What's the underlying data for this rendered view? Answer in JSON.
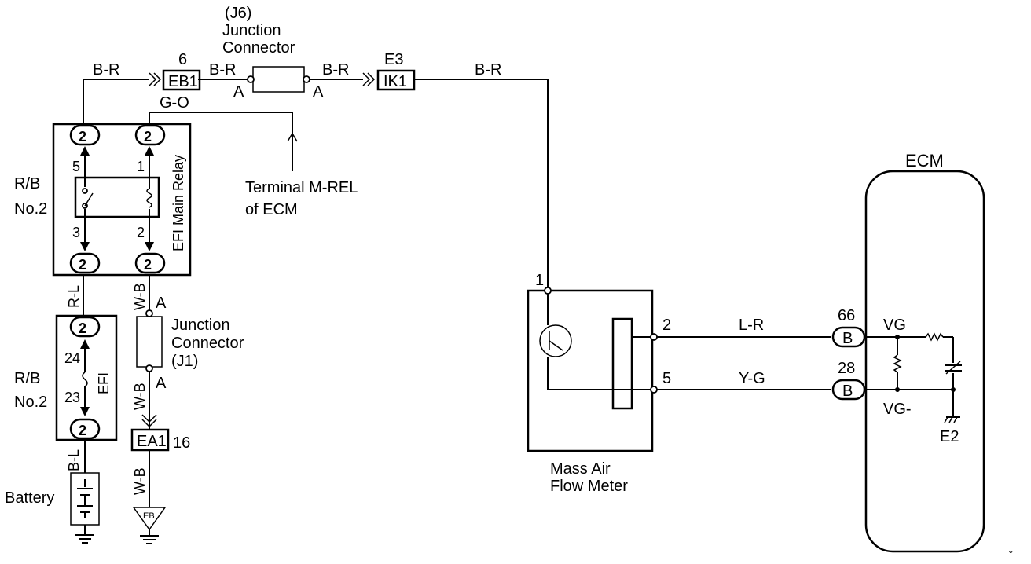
{
  "wire_colors": {
    "br_left": "B-R",
    "br_mid": "B-R",
    "br_mid2": "B-R",
    "br_right": "B-R",
    "go": "G-O",
    "rl": "R-L",
    "wb_top": "W-B",
    "wb_mid": "W-B",
    "wb_bottom": "W-B",
    "bl": "B-L",
    "lr": "L-R",
    "yg": "Y-G"
  },
  "connectors": {
    "eb1": {
      "label": "EB1",
      "number": "6"
    },
    "ik1": {
      "label": "IK1",
      "code": "E3"
    },
    "ea1": {
      "label": "EA1",
      "number": "16"
    },
    "ground_eb": "EB",
    "ecm_b": "B"
  },
  "junction_j6": {
    "line1": "(J6)",
    "line2": "Junction",
    "line3": "Connector",
    "pin_left": "A",
    "pin_right": "A"
  },
  "junction_j1": {
    "line1": "Junction",
    "line2": "Connector",
    "line3": "(J1)",
    "pin_top": "A",
    "pin_bottom": "A"
  },
  "relay_block": {
    "rb_line1": "R/B",
    "rb_line2": "No.2",
    "relay_name": "EFI Main Relay",
    "pin_5": "5",
    "pin_1": "1",
    "pin_3": "3",
    "pin_2": "2",
    "pill": "2"
  },
  "fuse_block": {
    "rb_line1": "R/B",
    "rb_line2": "No.2",
    "fuse_name": "EFI",
    "pin_24": "24",
    "pin_23": "23",
    "pill": "2"
  },
  "terminal_note": {
    "line1": "Terminal M-REL",
    "line2": "of ECM"
  },
  "battery_label": "Battery",
  "maf": {
    "name_line1": "Mass Air",
    "name_line2": "Flow Meter",
    "pin_1": "1",
    "pin_2": "2",
    "pin_5": "5"
  },
  "ecm": {
    "title": "ECM",
    "pin_66": "66",
    "pin_28": "28",
    "vg": "VG",
    "vg_minus": "VG-",
    "e2": "E2"
  },
  "corner_mark": "ˇ"
}
